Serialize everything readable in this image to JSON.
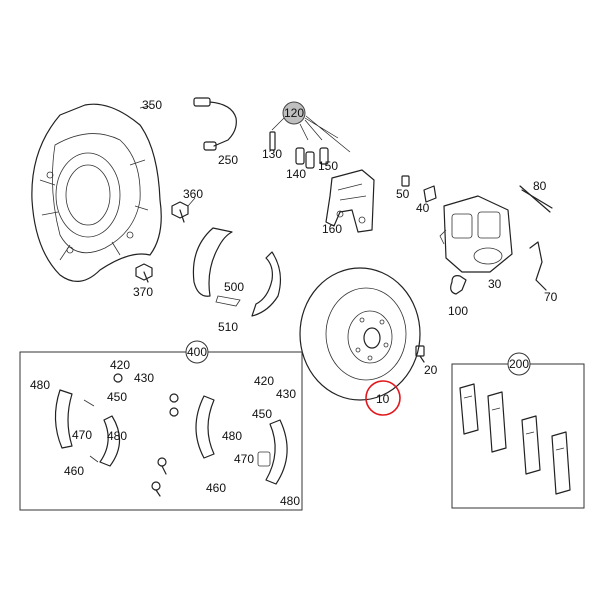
{
  "parts": {
    "p350": "350",
    "p250": "250",
    "p120": "120",
    "p130": "130",
    "p140": "140",
    "p150": "150",
    "p160": "160",
    "p360": "360",
    "p370": "370",
    "p500": "500",
    "p510": "510",
    "p50": "50",
    "p40": "40",
    "p80": "80",
    "p30": "30",
    "p70": "70",
    "p100": "100",
    "p10": "10",
    "p20": "20"
  },
  "kit400": {
    "title": "400",
    "p480a": "480",
    "p420a": "420",
    "p430a": "430",
    "p450a": "450",
    "p470a": "470",
    "p460a": "460",
    "p480b": "480",
    "p420b": "420",
    "p430b": "430",
    "p450b": "450",
    "p480c": "480",
    "p470b": "470",
    "p460b": "460",
    "p480d": "480"
  },
  "kit200": {
    "title": "200"
  },
  "colors": {
    "highlight_circle": "#e0191e",
    "callout_120_fill": "#bfbfbf",
    "line": "#222222"
  }
}
